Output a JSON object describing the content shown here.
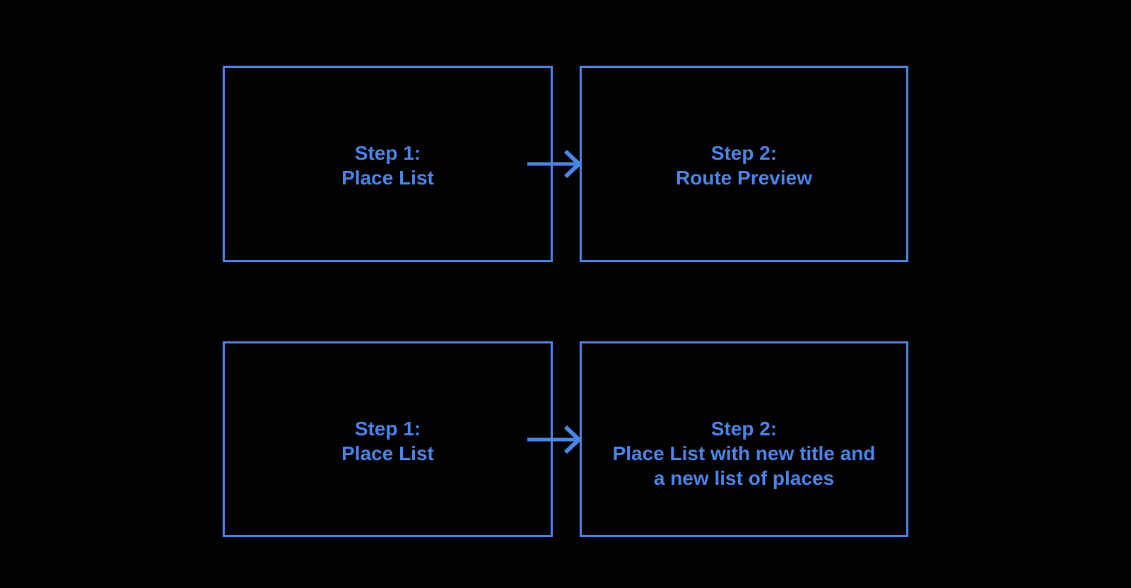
{
  "canvas": {
    "background": "#000000",
    "accent": "#4c86ec"
  },
  "icons": {
    "flow_arrow": "arrow-right"
  },
  "flows": [
    {
      "step1": {
        "lines": [
          "Step 1:",
          "Place List"
        ]
      },
      "step2": {
        "lines": [
          "Step 2:",
          "Route Preview"
        ]
      }
    },
    {
      "step1": {
        "lines": [
          "Step 1:",
          "Place List"
        ]
      },
      "step2": {
        "lines": [
          "Step 2:",
          "Place List with new title and",
          "a new list of places"
        ]
      }
    }
  ]
}
